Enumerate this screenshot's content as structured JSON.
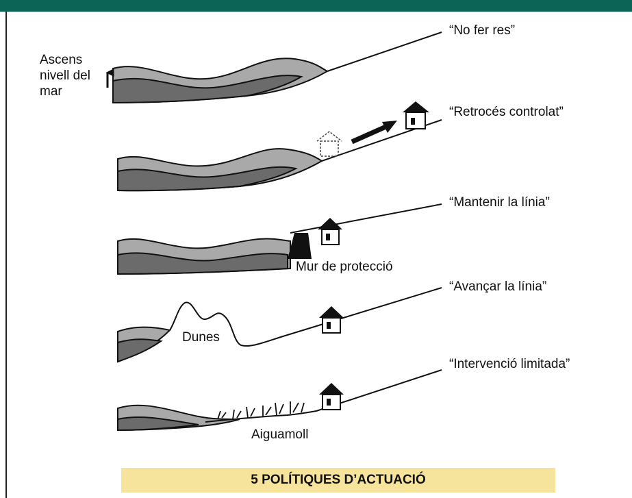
{
  "scenarios": [
    {
      "title": "“No fer res”"
    },
    {
      "title": "“Retrocés controlat”"
    },
    {
      "title": "“Mantenir la línia”"
    },
    {
      "title": "“Avançar la línia”"
    },
    {
      "title": "“Intervenció limitada”"
    }
  ],
  "labels": {
    "sea_rise": "Ascens nivell del mar",
    "wall": "Mur de protecció",
    "dunes": "Dunes",
    "wetland": "Aiguamoll"
  },
  "banner": "5 POLÍTIQUES D’ACTUACIÓ",
  "colors": {
    "header": "#0c6457",
    "banner": "#f6e39c",
    "light_layer": "#a9a9a9",
    "dark_layer": "#6b6b6b"
  }
}
